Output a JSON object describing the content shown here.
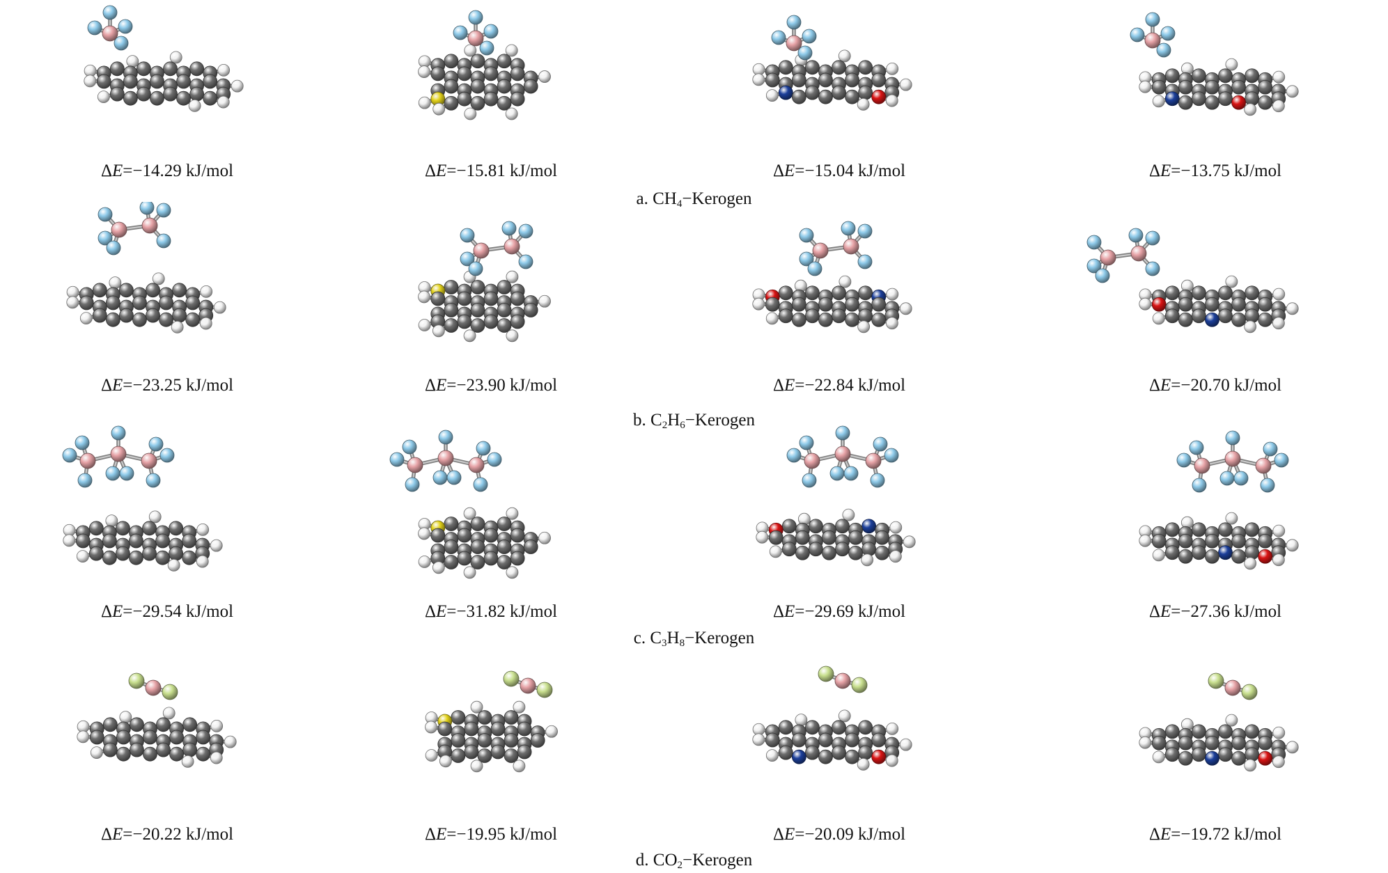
{
  "rows": [
    {
      "caption": {
        "label": "a.",
        "formula": [
          [
            "CH",
            ""
          ],
          [
            "",
            "4"
          ]
        ],
        "suffix": "−Kerogen"
      },
      "panels": [
        {
          "delta": "Δ",
          "var": "E",
          "value": "=−14.29 kJ/mol",
          "molecule": "anthracene-hydro"
        },
        {
          "delta": "Δ",
          "var": "E",
          "value": "=−15.81 kJ/mol",
          "molecule": "thiophene-pyrene"
        },
        {
          "delta": "Δ",
          "var": "E",
          "value": "=−15.04 kJ/mol",
          "molecule": "aza-tetracene-oh"
        },
        {
          "delta": "Δ",
          "var": "E",
          "value": "=−13.75 kJ/mol",
          "molecule": "aza-benz-oh"
        }
      ]
    },
    {
      "caption": {
        "label": "b.",
        "formula": [
          [
            "C",
            "2"
          ],
          [
            "H",
            "6"
          ]
        ],
        "suffix": "−Kerogen"
      },
      "panels": [
        {
          "delta": "Δ",
          "var": "E",
          "value": "=−23.25 kJ/mol"
        },
        {
          "delta": "Δ",
          "var": "E",
          "value": "=−23.90 kJ/mol"
        },
        {
          "delta": "Δ",
          "var": "E",
          "value": "=−22.84 kJ/mol"
        },
        {
          "delta": "Δ",
          "var": "E",
          "value": "=−20.70 kJ/mol"
        }
      ]
    },
    {
      "caption": {
        "label": "c.",
        "formula": [
          [
            "C",
            "3"
          ],
          [
            "H",
            "8"
          ]
        ],
        "suffix": "−Kerogen"
      },
      "panels": [
        {
          "delta": "Δ",
          "var": "E",
          "value": "=−29.54 kJ/mol"
        },
        {
          "delta": "Δ",
          "var": "E",
          "value": "=−31.82 kJ/mol"
        },
        {
          "delta": "Δ",
          "var": "E",
          "value": "=−29.69 kJ/mol"
        },
        {
          "delta": "Δ",
          "var": "E",
          "value": "=−27.36 kJ/mol"
        }
      ]
    },
    {
      "caption": {
        "label": "d.",
        "formula": [
          [
            "CO",
            "2"
          ]
        ],
        "suffix": "−Kerogen"
      },
      "panels": [
        {
          "delta": "Δ",
          "var": "E",
          "value": "=−20.22 kJ/mol"
        },
        {
          "delta": "Δ",
          "var": "E",
          "value": "=−19.95 kJ/mol"
        },
        {
          "delta": "Δ",
          "var": "E",
          "value": "=−20.09 kJ/mol"
        },
        {
          "delta": "Δ",
          "var": "E",
          "value": "=−19.72 kJ/mol"
        }
      ]
    }
  ],
  "colors": {
    "carbon": "#6e6e6e",
    "hydrogen": "#f2f2f2",
    "sulfur": "#e3d21a",
    "nitrogen": "#1c3f9a",
    "oxygen": "#d91414",
    "gas_core": "#e7a3a7",
    "gas_hydrogen": "#8fcbea",
    "co2_oxygen": "#c9e08f",
    "bond": "#9a9a9a"
  }
}
